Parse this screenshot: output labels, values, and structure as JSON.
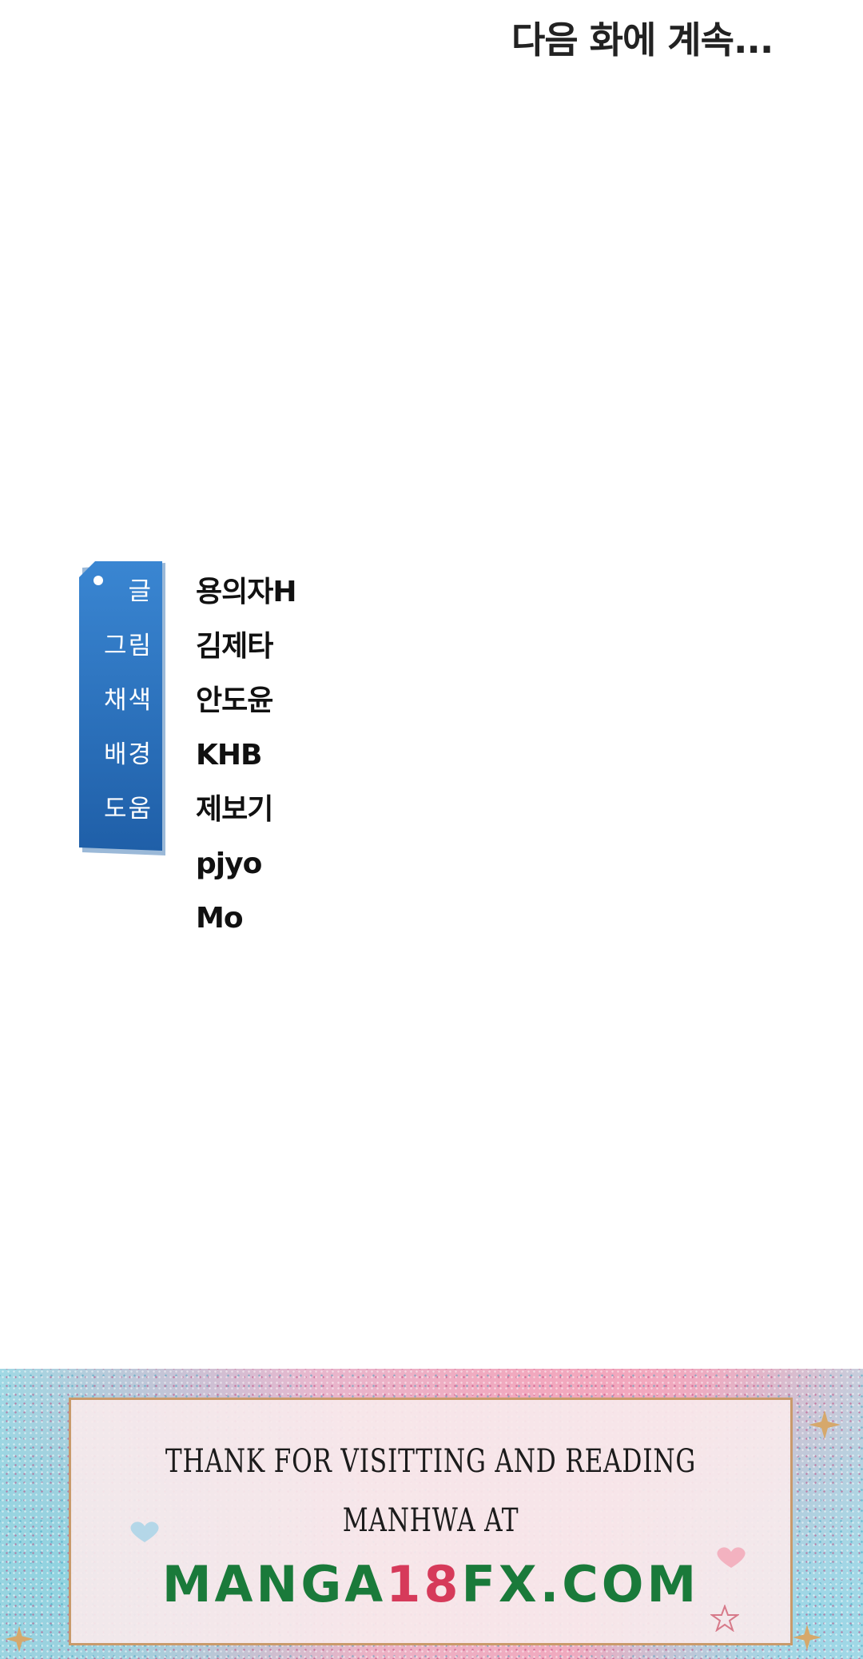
{
  "caption": "다음 화에 계속...",
  "credits": {
    "roles": [
      "글",
      "그림",
      "채색",
      "배경",
      "도움"
    ],
    "names": [
      "용의자H",
      "김제타",
      "안도윤",
      "KHB",
      "제보기",
      "pjyo",
      "Mo"
    ],
    "tag_color": "#2f78c4"
  },
  "banner": {
    "line1": "THANK FOR VISITTING AND READING",
    "line2": "MANHWA AT",
    "site_prefix": "MANGA",
    "site_number": "18",
    "site_suffix": "FX.COM",
    "site_color": "#1a7a3a",
    "number_color": "#d63a5a"
  }
}
